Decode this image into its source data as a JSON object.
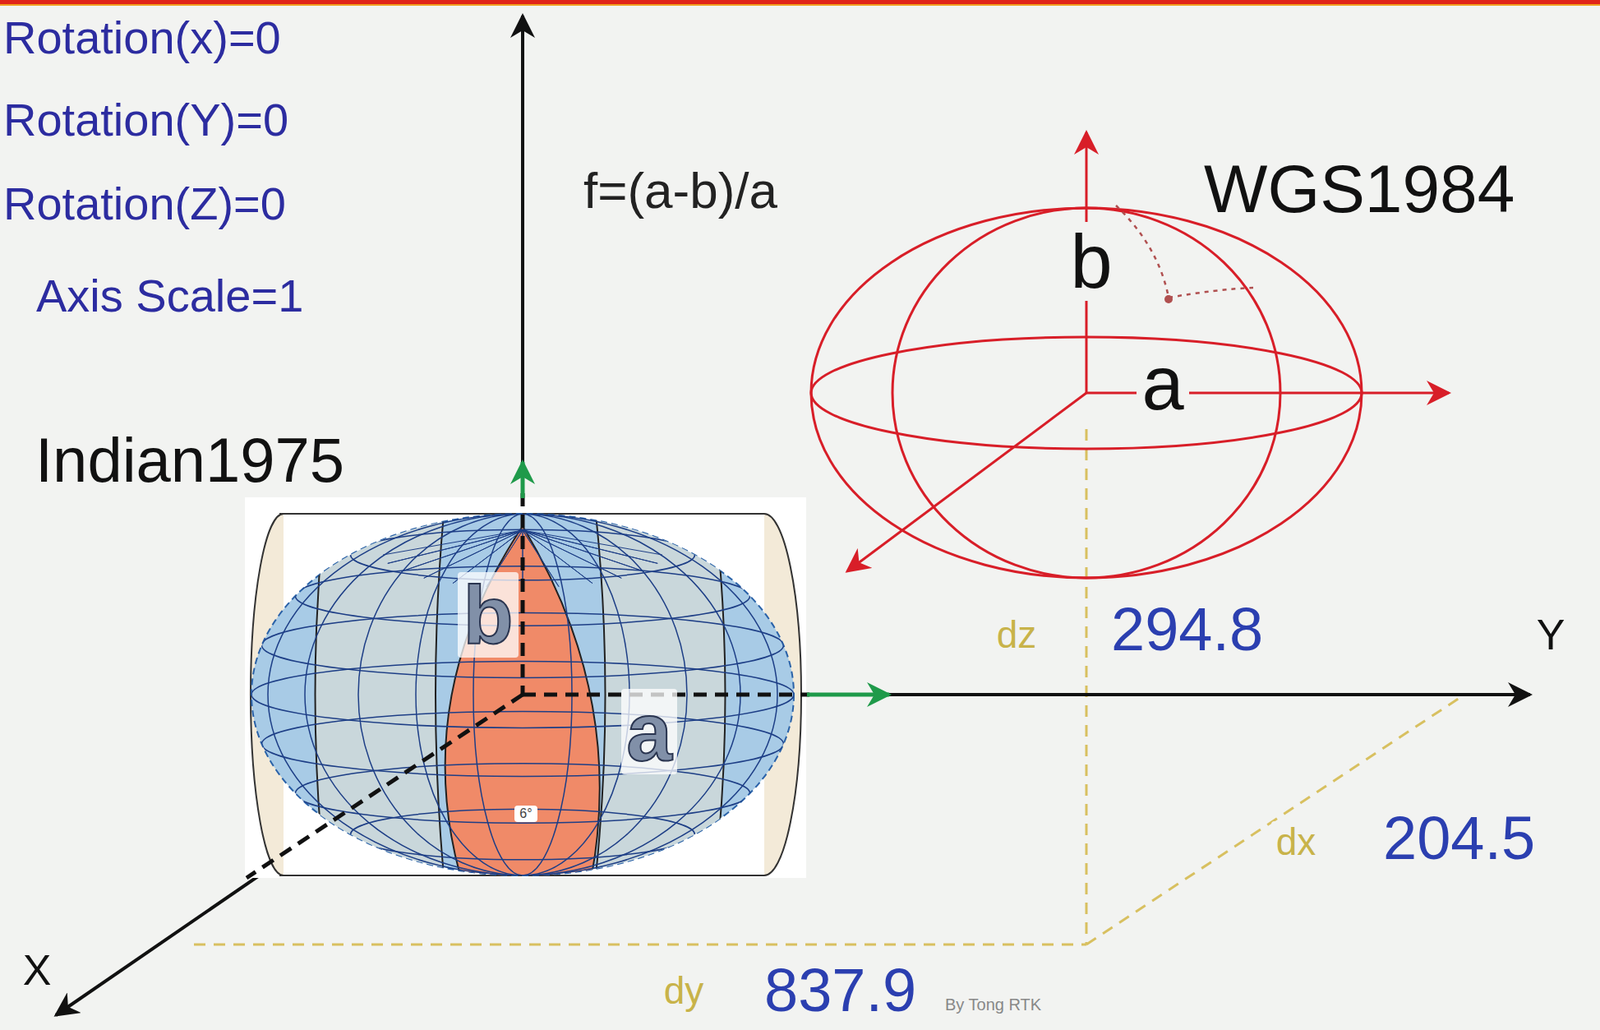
{
  "diagram": {
    "labels": [
      "Rotation(x)=0",
      "Rotation(Y)=0",
      "Rotation(Z)=0",
      "Axis Scale=1",
      "f=(a-b)/a",
      "WGS1984",
      "b",
      "a",
      "Indian1975",
      "b",
      "a",
      "6°",
      "dz",
      "294.8",
      "Y",
      "dx",
      "204.5",
      "X",
      "dy",
      "837.9",
      "By Tong RTK"
    ]
  }
}
